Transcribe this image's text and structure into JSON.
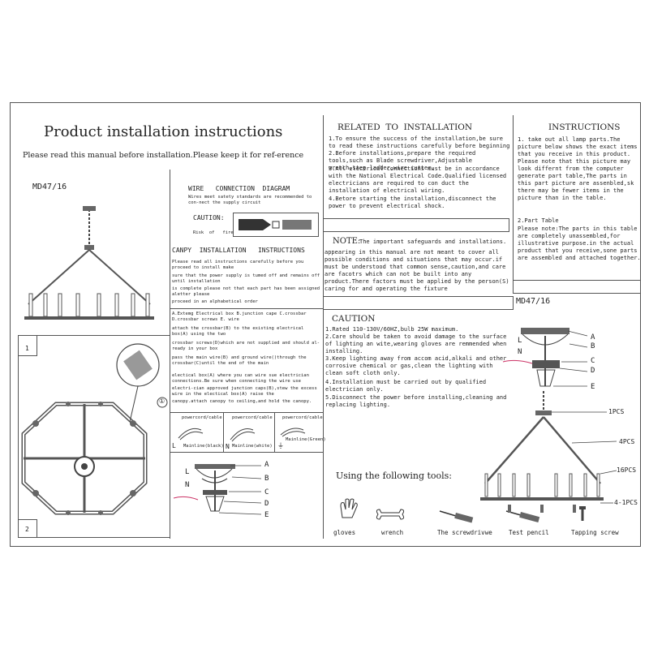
{
  "title": "Product installation instructions",
  "subtitle": "Please read this manual before installation.Please keep it for ref-erence",
  "model": "MD47/16",
  "model2": "MD47/16",
  "panel_labels": [
    "1",
    "2"
  ],
  "callout_label": "①",
  "wire_diagram": {
    "heading": "WIRE   CONNECTION  DIAGRAM",
    "text": "Wires  meet  satety  standards are recommended  to  con-nect  the supply  circuit",
    "caution": "CAUTION:",
    "risk": "Risk  of   fire"
  },
  "canopy": {
    "heading": "CANPY  INSTALLATION   INSTRUCTIONS",
    "lines": [
      "Please  read all instructions  carefully  before  you  proceed  to install  make",
      "sure  that the power supply is tumed  off and remains off  until  installation",
      "is  complete  please not that  each part  has been  assigned aletter  please",
      "proceed   in  an alphabetical   order"
    ]
  },
  "steps_text": [
    "A.Extemg   Electrical  box  B.junction   cape C.crossbar  D.crossbar  screws   E.  wire",
    "attach  the  crossbar(B) to  the  existing  electrical  box(A)  using  the  two",
    "crossbar  screws(D)which  are not  supplied  and should  al-ready  in  your  box",
    "pass  the  main  wire(B) and  ground  wire()through  the  crossbar(C)until  the  end  of  the  main",
    "electical  box(A)  where  you can  wire  sue electrician connections.Be  sure  when  connecting  the  wire  use",
    "electri-cian  approved  junction   caps(B),stew  the  excess  wire   in  the  electical  box(A) raise  the",
    "canopy.attach  canopy  to ceiling,and  hold  the  canopy."
  ],
  "wire_boxes": [
    {
      "head": "powercord/cable",
      "caption": "Mainline(black)",
      "letter": "L"
    },
    {
      "head": "powercord/cable",
      "caption": "Mainline(white)",
      "letter": "N"
    },
    {
      "head": "powercord/cable",
      "caption": "Mainline(Green)",
      "letter": "⏚"
    }
  ],
  "part_letters": [
    "A",
    "B",
    "C",
    "D",
    "E"
  ],
  "related": {
    "heading": "RELATED  TO  INSTALLATION",
    "lines": [
      "1.To ensure the success of the installation,be sure to read these instructions carefully before beginning",
      "2.Before installations,prepare the required tools,such as Blade screwdriver,Adjustable wrench,step ladder,wire cutter.",
      "3.All electrical connections must be in accordance with the National Electrical Code.Qualified licensed electricians are required to con duct the installation of electrical wiring.",
      "4.Betore starting the installation,disconnect the power to prevent electrical shock."
    ]
  },
  "note": {
    "heading": "NOTE:",
    "lead": "The important safeguards and installations.",
    "text": "appearing in this manual are not meant to cover all possible conditions and situations that may occur.if must be understood that common sense,caution,and care are facotrs which can not be built into any product.There factors must be applied by the person(S) caring for and operating the fixture"
  },
  "caution": {
    "heading": "CAUTION",
    "lines": [
      "1.Rated 110-130V/60HZ,bulb 25W maximum.",
      "2.Care should be taken to avoid damage to the surface of lighting an wite,wearing gloves are remmended when installing.",
      "3.Keep lighting away from accom acid,alkali and other corrosive chemical or gas,clean the lighting with clean soft cloth only.",
      "4.Installation must be carried out by qualified electrician only.",
      "5.Disconnect the power before installing,cleaning and replacing lighting."
    ]
  },
  "tools": {
    "heading": "Using the following tools:",
    "items": [
      "gloves",
      "wrench",
      "The screwdrivwe",
      "Test pencil",
      "Tapping screw"
    ]
  },
  "instructions": {
    "heading": "INSTRUCTIONS",
    "text": "1. take out all lamp parts.The picture below shows the exact items that you receive in this product. Please note that this picture may look differnt from the computer generate part table,The parts in this part picture are assenbled,sk there may be fewer items in the picture than in the table.",
    "part_table": "2.Part Table",
    "note": "Please note:The parts in this table are completely unassembled,for illustrative purpose.in the actual product that you receive,sone parts are assembled and attached together."
  },
  "right_parts": {
    "letters": [
      "A",
      "B",
      "C",
      "D",
      "E"
    ],
    "L": "L",
    "N": "N",
    "counts": [
      "1PCS",
      "4PCS",
      "16PCS",
      "4-1PCS"
    ]
  }
}
